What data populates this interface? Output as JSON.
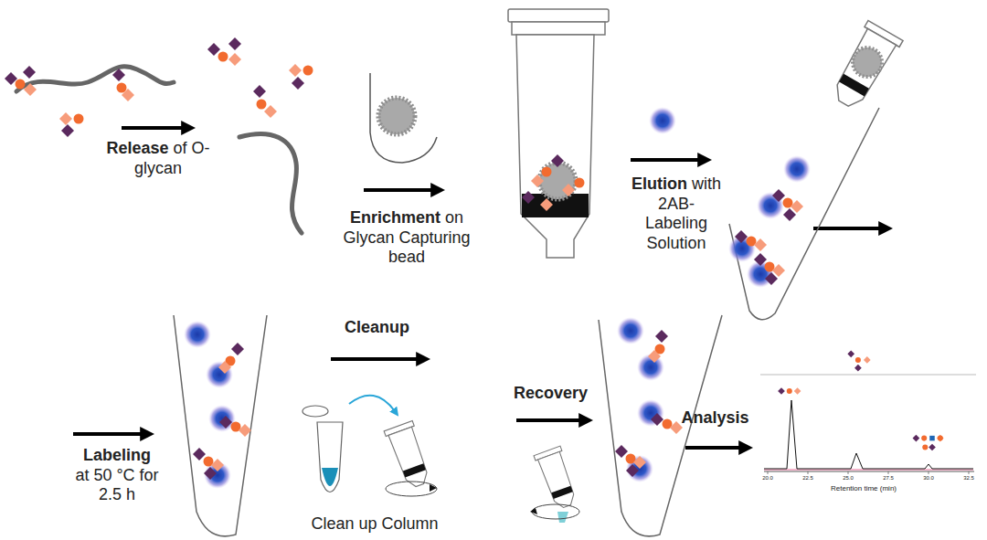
{
  "diagram": {
    "labels": [
      "Release",
      "of O-glycan",
      "Enrichment",
      "on Glycan Capturing bead",
      "Elution",
      "with 2AB-Labeling Solution",
      "Labeling",
      "at 50 °C for 2.5 h",
      "Cleanup",
      "Clean up Column",
      "Recovery",
      "Analysis",
      "20.0",
      "22.5",
      "25.0",
      "27.5",
      "30.0",
      "32.5",
      "Retention time (min)"
    ]
  }
}
